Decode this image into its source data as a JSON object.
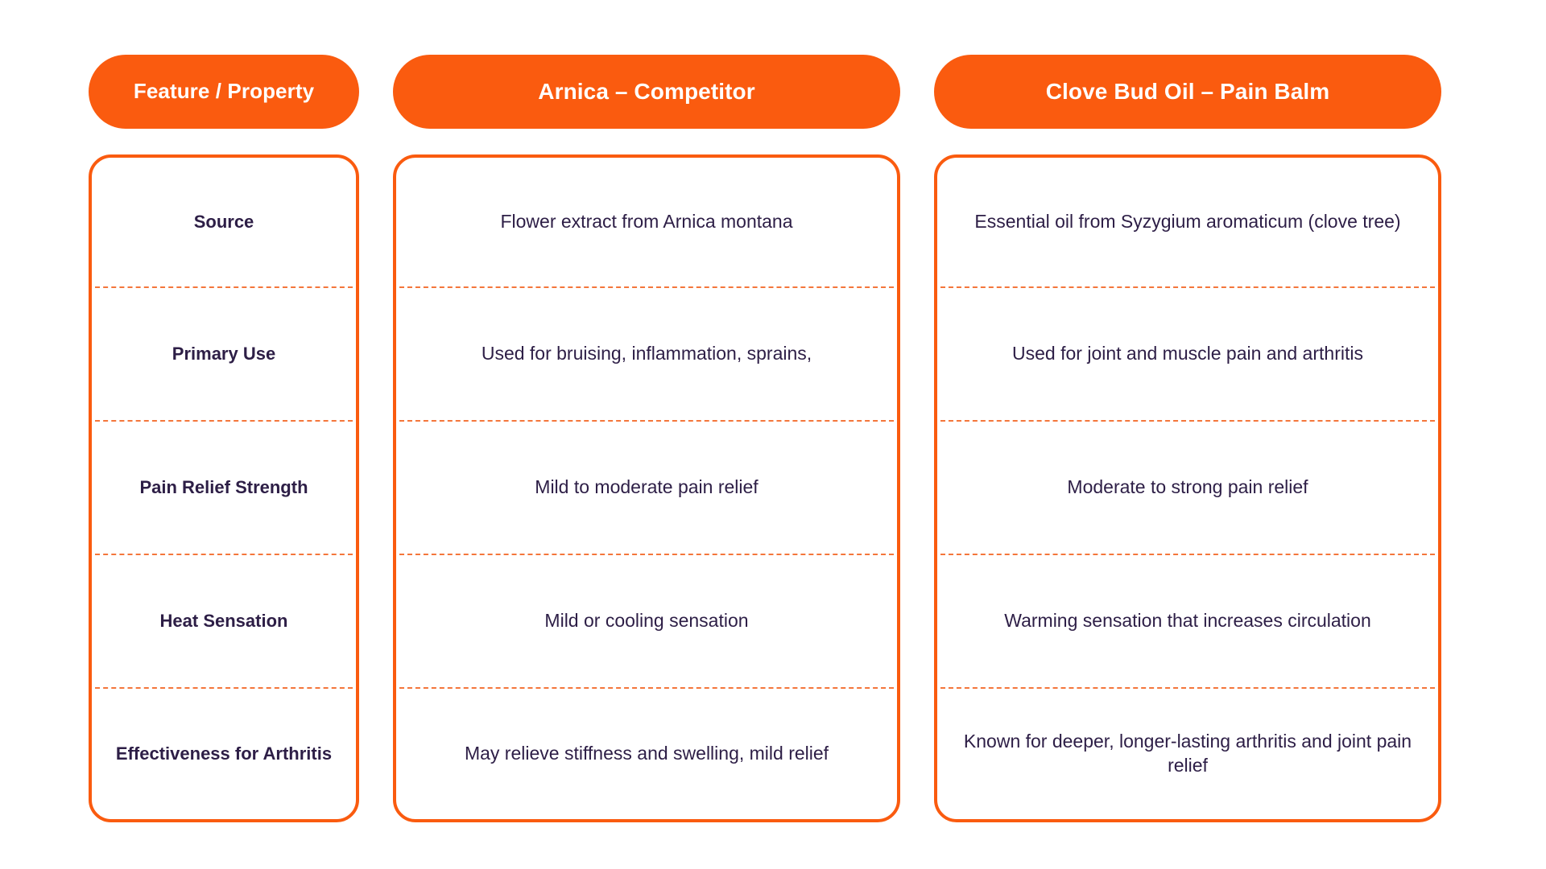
{
  "theme": {
    "accent_orange": "#FA5B0F",
    "divider_orange": "#F4763B",
    "text_navy": "#2D1E46",
    "background": "#FFFFFF",
    "header_text": "#FFFFFF"
  },
  "table": {
    "headers": [
      {
        "id": "feature",
        "label": "Feature / Property"
      },
      {
        "id": "arnica",
        "label": "Arnica – Competitor"
      },
      {
        "id": "clove",
        "label": "Clove Bud Oil – Pain Balm"
      }
    ],
    "rows": [
      {
        "feature": "Source",
        "arnica": "Flower extract from Arnica montana",
        "clove": "Essential oil from Syzygium aromaticum (clove tree)"
      },
      {
        "feature": "Primary Use",
        "arnica": "Used for bruising, inflammation, sprains,",
        "clove": "Used for joint and muscle pain and arthritis"
      },
      {
        "feature": "Pain Relief Strength",
        "arnica": "Mild to moderate pain relief",
        "clove": "Moderate to strong pain relief"
      },
      {
        "feature": "Heat Sensation",
        "arnica": "Mild or cooling sensation",
        "clove": "Warming sensation that increases circulation"
      },
      {
        "feature": "Effectiveness for Arthritis",
        "arnica": "May relieve stiffness and swelling, mild relief",
        "clove": "Known for deeper, longer-lasting arthritis and joint pain relief"
      }
    ]
  }
}
